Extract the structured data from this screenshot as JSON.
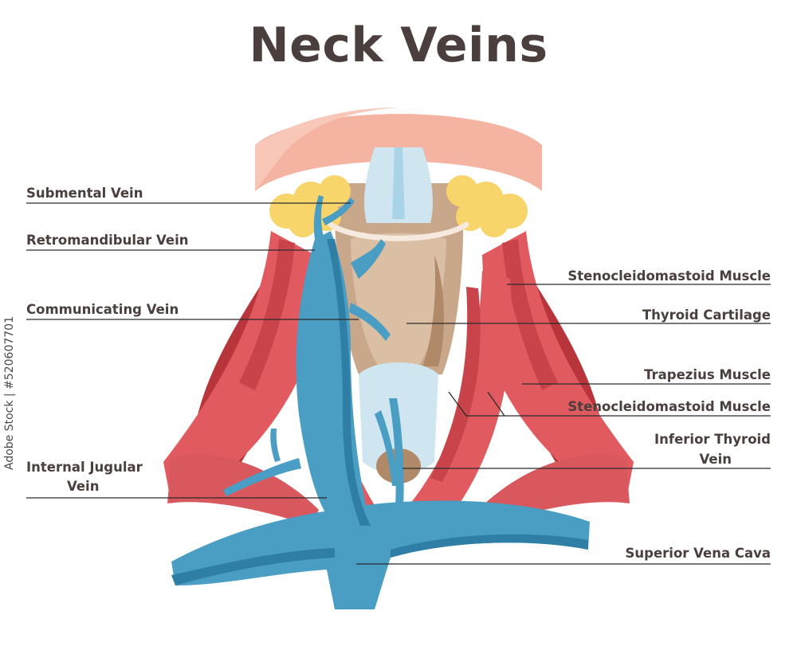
{
  "title": "Neck Veins",
  "labels": {
    "submental": "Submental Vein",
    "retromandibular": "Retromandibular Vein",
    "communicating": "Communicating Vein",
    "internal_jugular_1": "Internal Jugular",
    "internal_jugular_2": "Vein",
    "sternocleido_upper": "Stenocleidomastoid Muscle",
    "thyroid_cartilage": "Thyroid Cartilage",
    "trapezius": "Trapezius Muscle",
    "sternocleido_lower": "Stenocleidomastoid Muscle",
    "inferior_thyroid_1": "Inferior Thyroid",
    "inferior_thyroid_2": "Vein",
    "superior_vena_cava": "Superior Vena Cava"
  },
  "watermark": "Adobe Stock | #520607701",
  "colors": {
    "vein": "#4a9dc3",
    "vein_dark": "#2f7ea6",
    "muscle": "#e15a5f",
    "muscle_dark": "#b9353c",
    "jaw": "#f5b3a2",
    "fat": "#f7d56a",
    "cartilage": "#c9a78a",
    "trachea": "#cfe6f0",
    "text": "#4a3f3d"
  }
}
